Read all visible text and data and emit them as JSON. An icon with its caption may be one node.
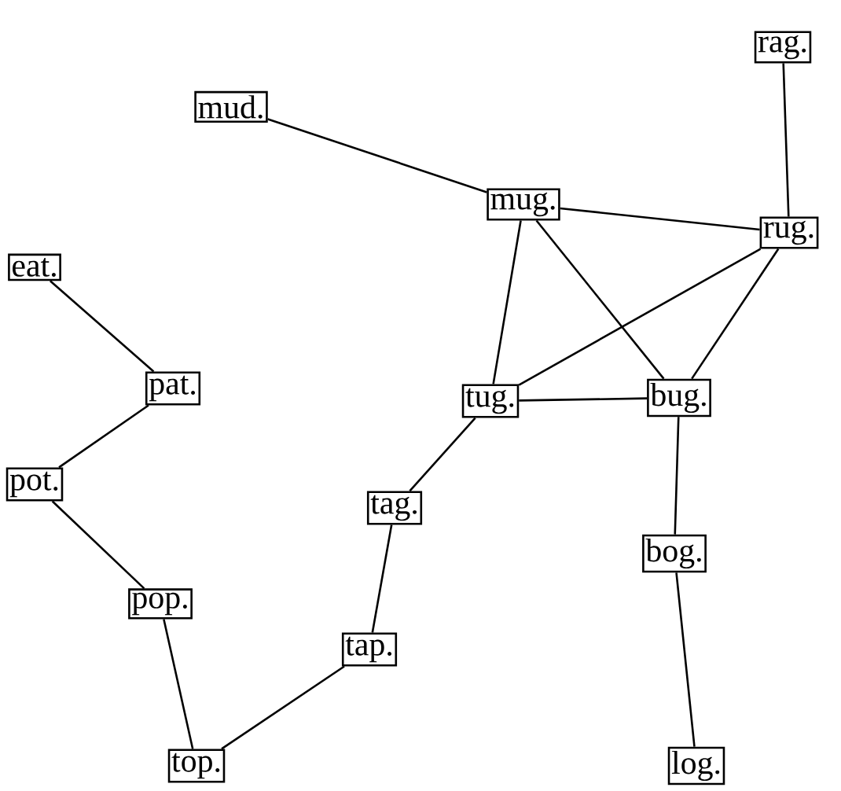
{
  "diagram": {
    "nodes": [
      {
        "text": [
          "mud."
        ]
      },
      {
        "text": [
          "rag."
        ]
      },
      {
        "text": [
          "mug."
        ]
      },
      {
        "text": [
          "rug."
        ]
      },
      {
        "text": [
          "eat."
        ]
      },
      {
        "text": [
          "pat."
        ]
      },
      {
        "text": [
          "tug."
        ]
      },
      {
        "text": [
          "bug."
        ]
      },
      {
        "text": [
          "pot."
        ]
      },
      {
        "text": [
          "tag."
        ]
      },
      {
        "text": [
          "bog."
        ]
      },
      {
        "text": [
          "pop."
        ]
      },
      {
        "text": [
          "tap."
        ]
      },
      {
        "text": [
          "top."
        ]
      },
      {
        "text": [
          "log."
        ]
      }
    ],
    "edges": [
      {
        "from": 0,
        "to": 2,
        "arrow": "none"
      },
      {
        "from": 1,
        "to": 3,
        "arrow": "none"
      },
      {
        "from": 2,
        "to": 3,
        "arrow": "none"
      },
      {
        "from": 2,
        "to": 6,
        "arrow": "none"
      },
      {
        "from": 2,
        "to": 7,
        "arrow": "none"
      },
      {
        "from": 3,
        "to": 6,
        "arrow": "none"
      },
      {
        "from": 3,
        "to": 7,
        "arrow": "none"
      },
      {
        "from": 6,
        "to": 7,
        "arrow": "none"
      },
      {
        "from": 4,
        "to": 5,
        "arrow": "none"
      },
      {
        "from": 5,
        "to": 8,
        "arrow": "none"
      },
      {
        "from": 8,
        "to": 11,
        "arrow": "none"
      },
      {
        "from": 11,
        "to": 13,
        "arrow": "none"
      },
      {
        "from": 13,
        "to": 12,
        "arrow": "none"
      },
      {
        "from": 12,
        "to": 9,
        "arrow": "none"
      },
      {
        "from": 9,
        "to": 6,
        "arrow": "none"
      },
      {
        "from": 7,
        "to": 10,
        "arrow": "none"
      },
      {
        "from": 10,
        "to": 14,
        "arrow": "none"
      }
    ]
  }
}
